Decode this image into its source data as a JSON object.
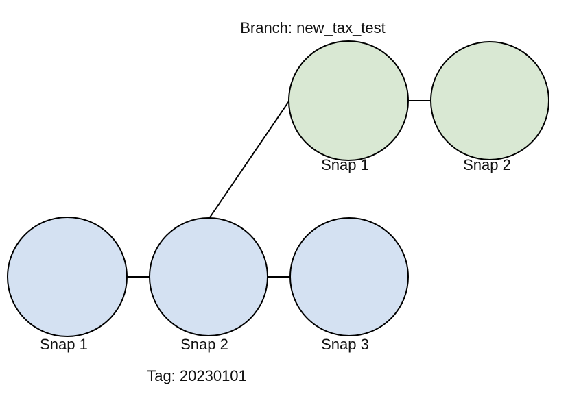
{
  "branch_label": "Branch: new_tax_test",
  "tag_label": "Tag: 20230101",
  "colors": {
    "main_fill": "#d4e1f2",
    "branch_fill": "#d9e8d3",
    "stroke": "#000000"
  },
  "main_line": {
    "snaps": [
      {
        "label": "Snap 1"
      },
      {
        "label": "Snap 2"
      },
      {
        "label": "Snap 3"
      }
    ]
  },
  "branch_line": {
    "snaps": [
      {
        "label": "Snap 1"
      },
      {
        "label": "Snap 2"
      }
    ]
  }
}
